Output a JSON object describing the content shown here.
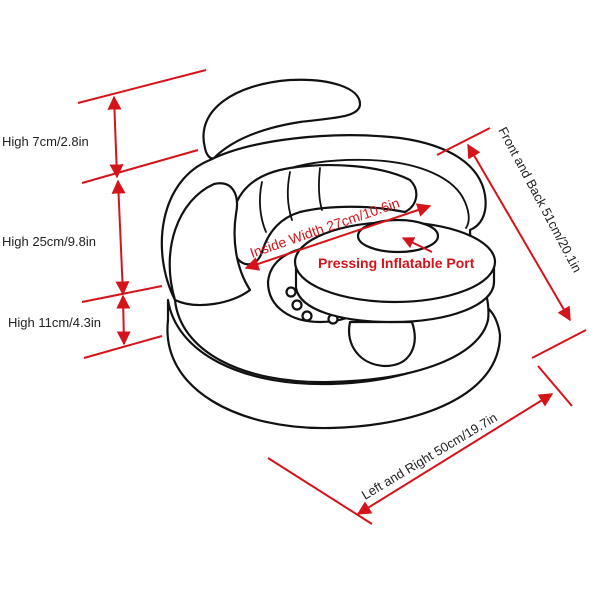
{
  "colors": {
    "dimension": "#d4141a",
    "outline": "#111111",
    "text": "#222222",
    "background": "#ffffff"
  },
  "labels": {
    "high_top": "High 7cm/2.8in",
    "high_middle": "High 25cm/9.8in",
    "high_bottom": "High 11cm/4.3in",
    "front_back": "Front and Back 51cm/20.1in",
    "left_right": "Left and Right 50cm/19.7in",
    "inside_width": "Inside Width 27cm/10.6in",
    "inflatable_port": "Pressing Inflatable Port"
  }
}
